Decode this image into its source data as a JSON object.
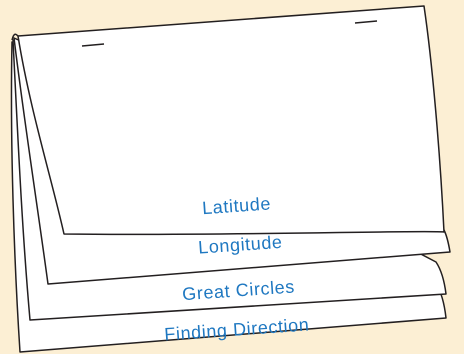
{
  "foldable": {
    "tabs": [
      {
        "label": "Latitude"
      },
      {
        "label": "Longitude"
      },
      {
        "label": "Great Circles"
      },
      {
        "label": "Finding Direction"
      }
    ]
  }
}
